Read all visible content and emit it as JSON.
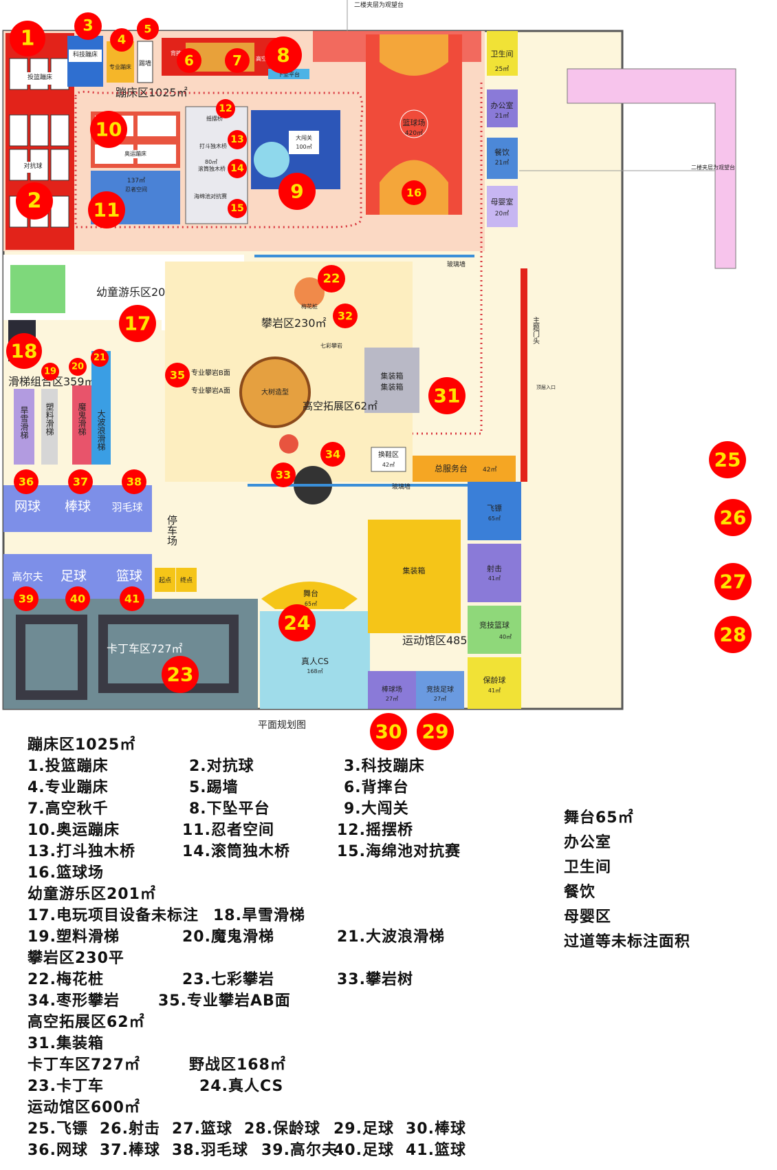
{
  "map": {
    "top_note": "二楼夹层为观望台",
    "right_note": "二楼夹层为观望台",
    "plan_title": "平面规划图",
    "zones": {
      "trampoline": "蹦床区1025㎡",
      "kids": "幼童游乐区201㎡",
      "climbing": "攀岩区230㎡",
      "slide": "滑梯组合区359㎡",
      "highropes": "高空拓展区62㎡",
      "kart": "卡丁车区727㎡",
      "sports": "运动馆区485㎡"
    },
    "labels": {
      "shot_tramp": "投篮蹦床",
      "battle": "对抗球",
      "tech_tramp": "科技蹦床",
      "pro_tramp": "专业蹦床",
      "wall_run": "踢墙",
      "back_fall": "背摔台",
      "swing": "高空千秋",
      "drop_platform": "下坠平台",
      "olympic_tramp": "奥运蹦床",
      "ninja": "忍者空间",
      "ninja_area": "137㎡",
      "swing_bridge": "摇摆桥",
      "fight_log": "打斗独木桥",
      "roll_log": "滚筒独木桥",
      "roll_area": "80㎡",
      "sponge_pit": "海绵池对抗赛",
      "big_challenge": "大闯关",
      "big_challenge_area": "100㎡",
      "basketball_court": "篮球场",
      "basketball_area": "420㎡",
      "toilet": "卫生间",
      "toilet_area": "25㎡",
      "office": "办公室",
      "office_area": "21㎡",
      "dining": "餐饮",
      "dining_area": "21㎡",
      "mother_baby": "母婴室",
      "mother_baby_area": "20㎡",
      "glass_wall": "玻璃墙",
      "glass_wall2": "玻璃墙",
      "plum_pile": "梅花桩",
      "rainbow_climb": "七彩攀岩",
      "pro_climb_b": "专业攀岩B面",
      "pro_climb_a": "专业攀岩A面",
      "big_tree": "大树造型",
      "container1": "集装箱",
      "container1b": "集装箱",
      "main_door": "主题门头",
      "entrance": "顶层入口",
      "shoe_area": "换鞋区",
      "shoe_area_size": "42㎡",
      "service_desk": "总服务台",
      "service_desk_size": "42㎡",
      "dry_slide": "旱雪滑梯",
      "plastic_slide": "塑料滑梯",
      "ghost_slide": "魔鬼滑梯",
      "wave_slide": "大波浪滑梯",
      "tennis": "网球",
      "baseball": "棒球",
      "badminton": "羽毛球",
      "golf": "高尔夫",
      "football": "足球",
      "basketball": "篮球",
      "parking": "停车场",
      "start": "起点",
      "finish": "终点",
      "stage": "舞台",
      "stage_area": "65㎡",
      "cs": "真人CS",
      "cs_area": "168㎡",
      "container2": "集装箱",
      "darts": "飞镖",
      "darts_area": "65㎡",
      "shooting": "射击",
      "shooting_area": "41㎡",
      "comp_basketball": "竞技篮球",
      "comp_basketball_area": "40㎡",
      "bowling": "保龄球",
      "bowling_area": "41㎡",
      "baseball_field": "棒球场",
      "baseball_field_area": "27㎡",
      "comp_football": "竞技足球",
      "comp_football_area": "27㎡"
    },
    "badges": [
      "1",
      "2",
      "3",
      "4",
      "5",
      "6",
      "7",
      "8",
      "9",
      "10",
      "11",
      "12",
      "13",
      "14",
      "15",
      "16",
      "17",
      "18",
      "19",
      "20",
      "21",
      "22",
      "23",
      "24",
      "25",
      "26",
      "27",
      "28",
      "29",
      "30",
      "31",
      "32",
      "33",
      "34",
      "35",
      "36",
      "37",
      "38",
      "39",
      "40",
      "41"
    ]
  },
  "legend": {
    "l01": "蹦床区1025㎡",
    "l02": "1.投篮蹦床",
    "l02b": "2.对抗球",
    "l02c": "3.科技蹦床",
    "l03": "4.专业蹦床",
    "l03b": "5.踢墙",
    "l03c": "6.背摔台",
    "l04": "7.高空秋千",
    "l04b": "8.下坠平台",
    "l04c": "9.大闯关",
    "l05": "10.奥运蹦床",
    "l05b": "11.忍者空间",
    "l05c": "12.摇摆桥",
    "l06": "13.打斗独木桥",
    "l06b": "14.滚筒独木桥",
    "l06c": "15.海绵池对抗赛",
    "l07": "16.篮球场",
    "l08": "幼童游乐区201㎡",
    "l09": "17.电玩项目设备未标注",
    "l09b": "18.旱雪滑梯",
    "l10": "19.塑料滑梯",
    "l10b": "20.魔鬼滑梯",
    "l10c": "21.大波浪滑梯",
    "l11": "攀岩区230平",
    "l12": "22.梅花桩",
    "l12b": "23.七彩攀岩",
    "l12c": "33.攀岩树",
    "l13": "34.枣形攀岩",
    "l13b": "35.专业攀岩AB面",
    "l14": "高空拓展区62㎡",
    "l15": "31.集装箱",
    "l16": "卡丁车区727㎡",
    "l16b": "野战区168㎡",
    "l17": "23.卡丁车",
    "l17b": "24.真人CS",
    "l18": "运动馆区600㎡",
    "l19": "25.飞镖",
    "l19b": "26.射击",
    "l19c": "27.篮球",
    "l19d": "28.保龄球",
    "l19e": "29.足球",
    "l19f": "30.棒球",
    "l20": "36.网球",
    "l20b": "37.棒球",
    "l20c": "38.羽毛球",
    "l20d": "39.高尔夫",
    "l20e": "40.足球",
    "l20f": "41.篮球"
  },
  "extra_notes": [
    "舞台65㎡",
    "办公室",
    "卫生间",
    "餐饮",
    "母婴区",
    "过道等未标注面积"
  ],
  "colors": {
    "badge": "#ff0000",
    "badge_text": "#ffe600",
    "trampoline_floor": "#fbd9c4",
    "climbing_floor": "#fdeec0",
    "kart_floor": "#6f8b94",
    "cs_floor": "#9fdcea",
    "basketball_court": "#f04b3a",
    "mezzanine": "#f7c4ec",
    "service_purple": "#8a7ad8"
  }
}
